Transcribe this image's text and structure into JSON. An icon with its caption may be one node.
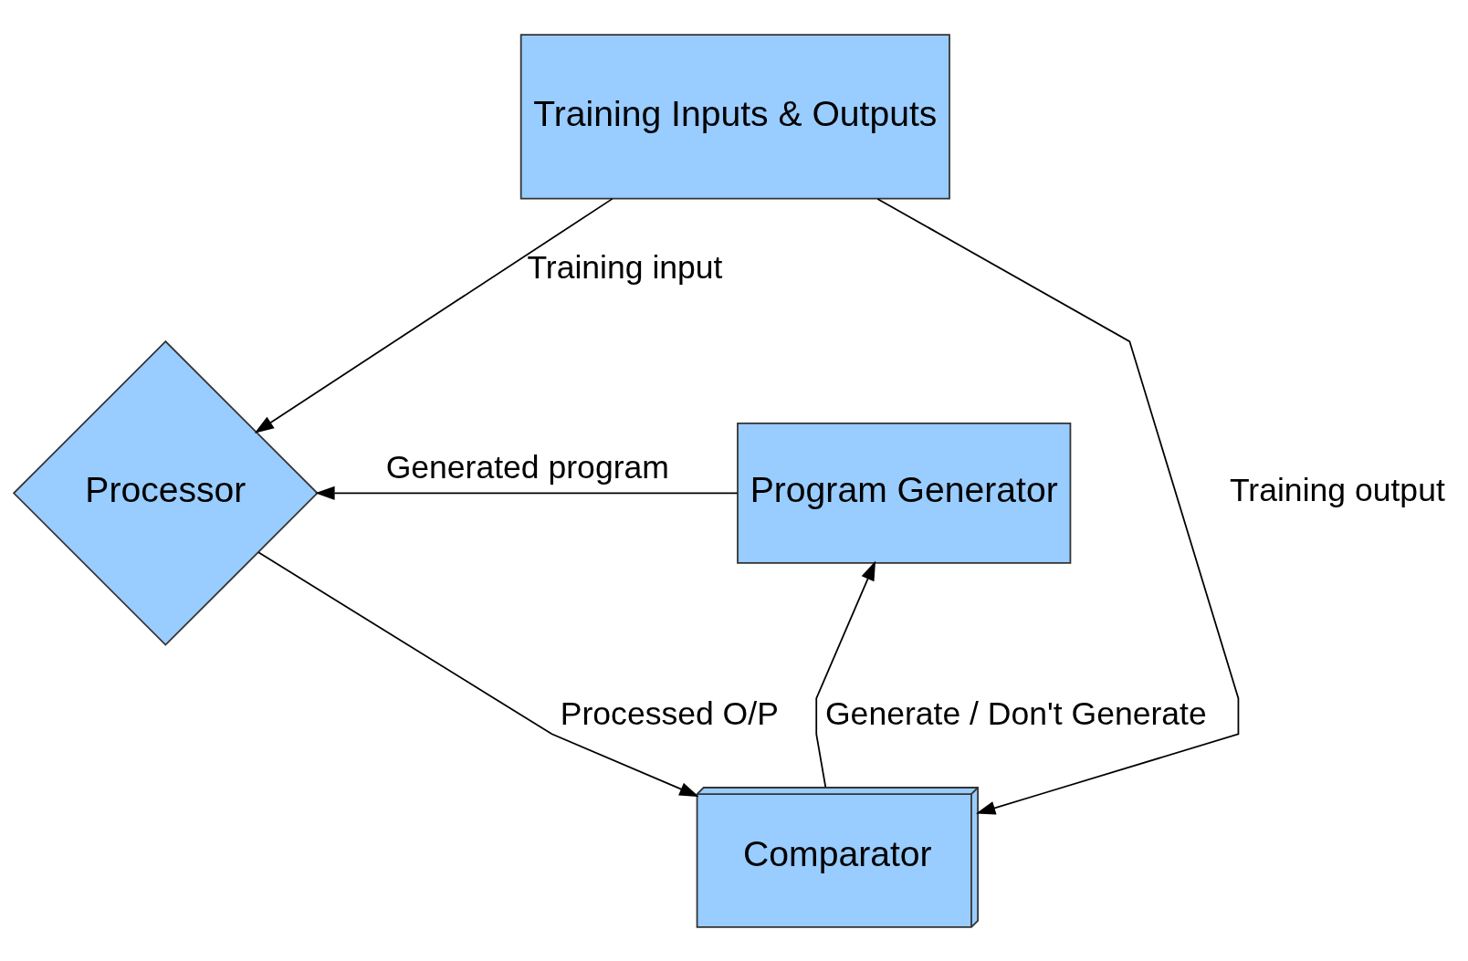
{
  "diagram": {
    "nodes": [
      {
        "text": [
          "Training Inputs & Outputs"
        ]
      },
      {
        "text": [
          "Program Generator"
        ]
      },
      {
        "text": [
          "Processor"
        ]
      },
      {
        "text": [
          "Comparator"
        ]
      }
    ],
    "edges": [
      {
        "from": 0,
        "to": 2,
        "arrow": "to",
        "label": "Training input"
      },
      {
        "from": 1,
        "to": 2,
        "arrow": "to",
        "label": "Generated program"
      },
      {
        "from": 2,
        "to": 3,
        "arrow": "to",
        "label": "Processed O/P"
      },
      {
        "from": 0,
        "to": 3,
        "arrow": "to",
        "label": "Training output"
      },
      {
        "from": 3,
        "to": 1,
        "arrow": "to",
        "label": "Generate / Don't Generate"
      }
    ]
  }
}
